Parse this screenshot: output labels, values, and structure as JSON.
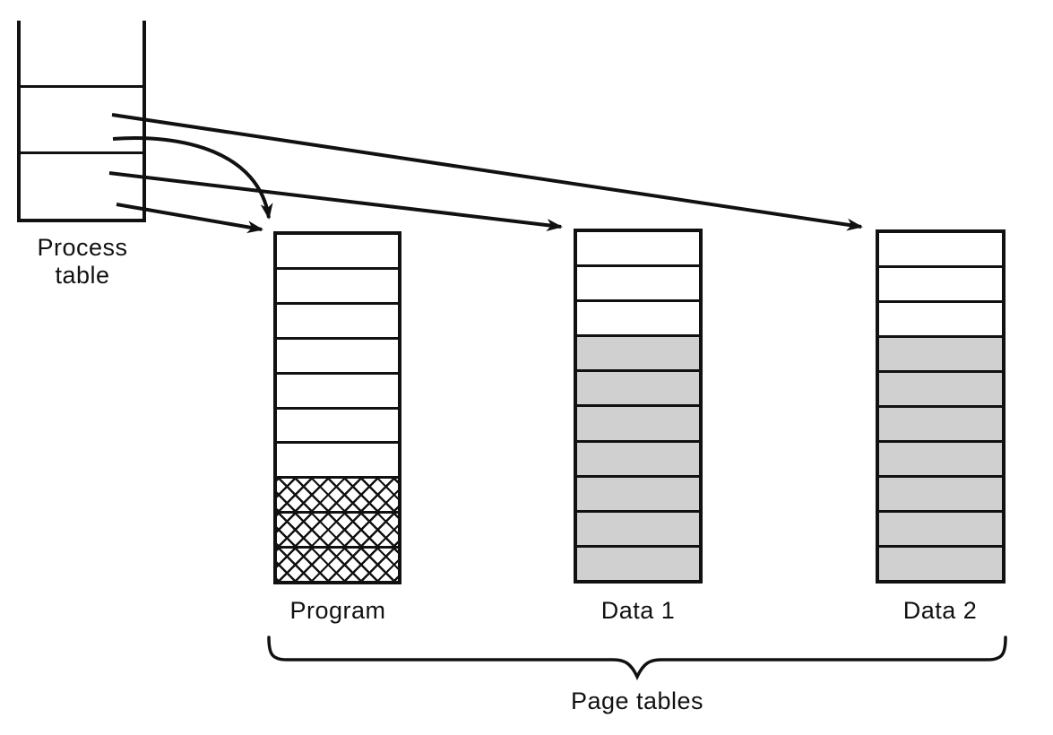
{
  "process_table": {
    "label": "Process\ntable"
  },
  "page_tables": {
    "group_label": "Page tables",
    "tables": [
      {
        "id": "program",
        "label": "Program",
        "rows": [
          "plain",
          "plain",
          "plain",
          "plain",
          "plain",
          "plain",
          "plain",
          "hatch",
          "hatch",
          "hatch"
        ]
      },
      {
        "id": "data1",
        "label": "Data 1",
        "rows": [
          "plain",
          "plain",
          "plain",
          "gray",
          "gray",
          "gray",
          "gray",
          "gray",
          "gray",
          "gray"
        ]
      },
      {
        "id": "data2",
        "label": "Data 2",
        "rows": [
          "plain",
          "plain",
          "plain",
          "gray",
          "gray",
          "gray",
          "gray",
          "gray",
          "gray",
          "gray"
        ]
      }
    ]
  },
  "arrows": [
    {
      "from": "process-table",
      "to": "data2",
      "style": "straight"
    },
    {
      "from": "process-table",
      "to": "program",
      "style": "curved"
    },
    {
      "from": "process-table",
      "to": "data1",
      "style": "straight"
    },
    {
      "from": "process-table",
      "to": "program",
      "style": "straight"
    }
  ],
  "colors": {
    "line": "#111111",
    "gray_fill": "#d0d0d0",
    "background": "#ffffff"
  }
}
